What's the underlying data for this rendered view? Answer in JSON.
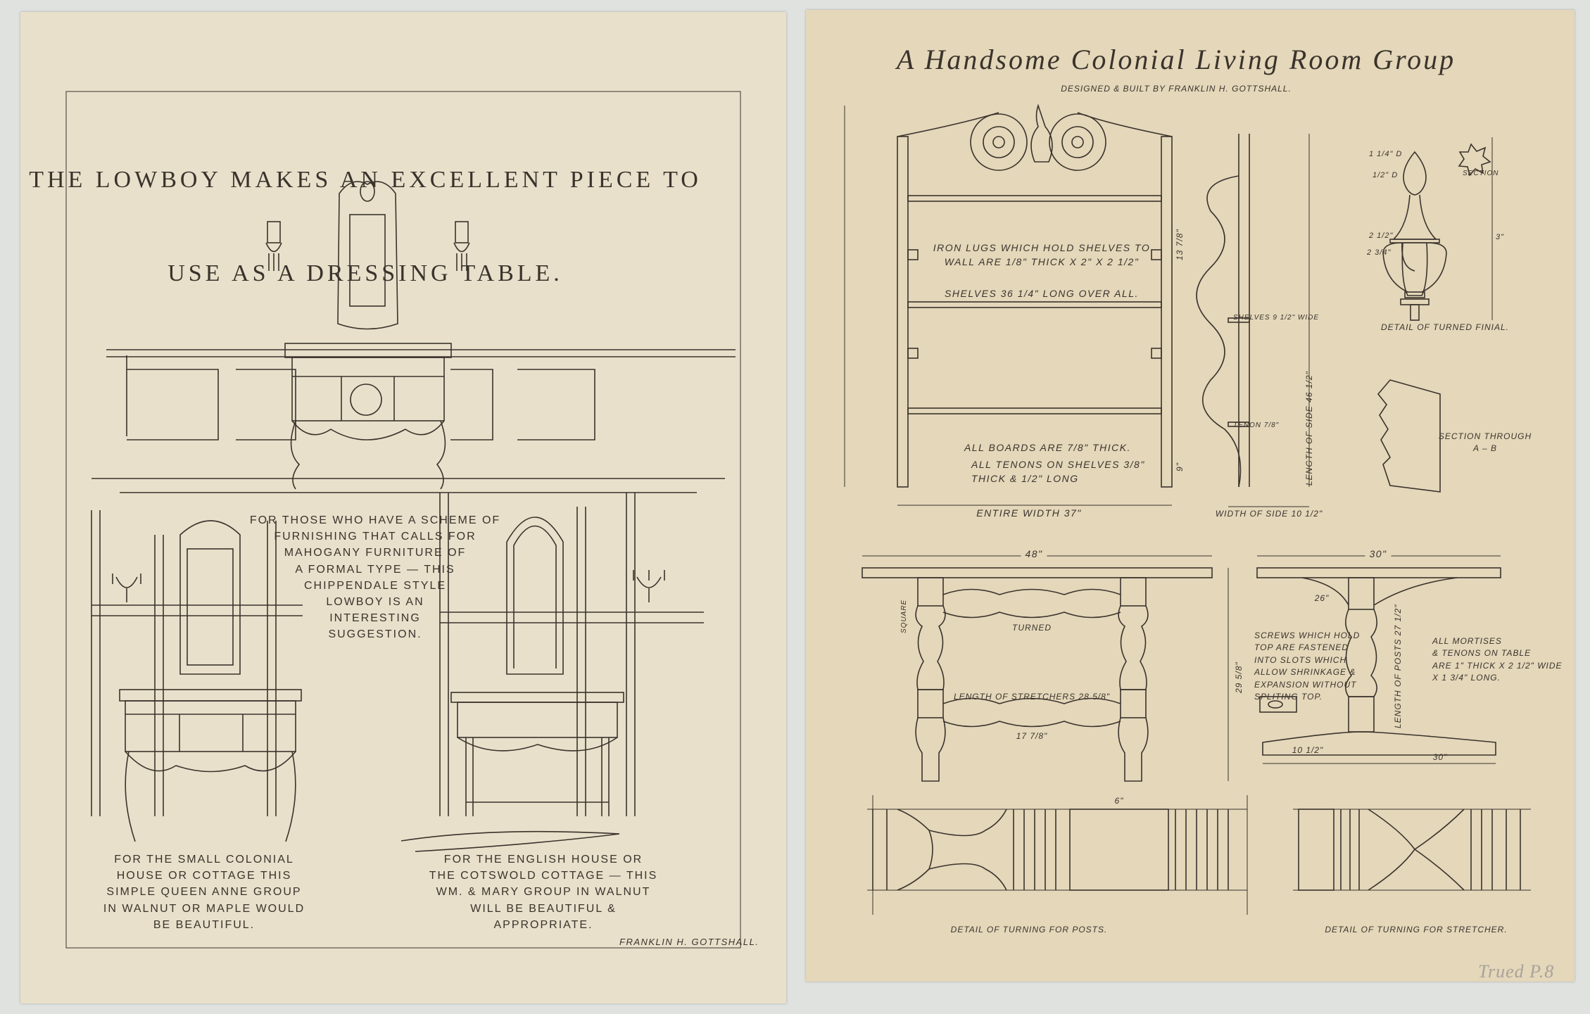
{
  "left_sheet": {
    "title_line1": "The Lowboy Makes An Excellent Piece To",
    "title_line2": "Use As A Dressing Table.",
    "chippendale_note": "For Those Who Have A Scheme of\nFurnishing That Calls for\nMahogany Furniture of\nA Formal Type — This\nChippendale Style\nLowboy Is An\nInteresting\nSuggestion.",
    "queen_anne_note": "For The Small Colonial\nHouse Or Cottage This\nSimple Queen Anne Group\nIn Walnut Or Maple Would\nBe Beautiful.",
    "william_mary_note": "For The English House Or\nThe Cotswold Cottage — This\nWm. & Mary Group In Walnut\nWill Be Beautiful &\nAppropriate.",
    "signature": "Franklin H. Gottshall."
  },
  "right_sheet": {
    "title": "A Handsome Colonial Living Room Group",
    "subtitle": "Designed & Built By Franklin H. Gottshall.",
    "shelf": {
      "iron_lugs_note": "Iron Lugs Which Hold Shelves To\nWall Are 1/8\" Thick x 2\" x 2 1/2\"",
      "shelves_length": "Shelves 36 1/4\" Long Over All.",
      "boards_note": "All Boards Are 7/8\" Thick.",
      "tenons_note": "All Tenons on Shelves 3/8\" Thick & 1/2\" Long",
      "entire_width": "Entire Width 37\"",
      "width_of_side": "Width of Side 10 1/2\"",
      "length_of_side": "Length of Side 46 1/2\"",
      "shelves_wide": "Shelves 9 1/2\" Wide",
      "tenon": "Tenon 7/8\"",
      "dim_13_8": "13 7/8\"",
      "dim_9": "9\""
    },
    "finial": {
      "label": "Detail of Turned Finial.",
      "section": "Section",
      "section_ab": "Section Through\nA – B",
      "dim_top": "1 1/4\" D",
      "dim_neck": "1/2\" D",
      "dim_25": "2 1/2\"",
      "dim_275": "2 3/4\"",
      "dim_3": "3\""
    },
    "table": {
      "top_length": "48\"",
      "top_width": "30\"",
      "turned": "Turned",
      "stretcher_length": "Length of Stretchers 28 5/8\"",
      "dim_17": "17 7/8\"",
      "height": "29 5/8\"",
      "post_length": "Length of Posts 27 1/2\"",
      "foot_width": "30\"",
      "dim_26": "26\"",
      "dim_10": "10 1/2\"",
      "square_label": "Square",
      "screws_note": "Screws Which Hold\nTop Are Fastened\nInto Slots Which\nAllow Shrinkage &\nExpansion Without\nSpliting Top.",
      "mortises_note": "All Mortises\n& Tenons On Table\nAre 1\" Thick x 2 1/2\" Wide\nx 1 3/4\" Long."
    },
    "turning_posts_label": "Detail of Turning for Posts.",
    "turning_stretcher_label": "Detail of Turning for Stretcher.",
    "pencil_note": "Trued P.8",
    "dim_6": "6\""
  },
  "colors": {
    "paper_left": "#e9e0cb",
    "paper_right": "#e4d7ba",
    "ink": "#3a332c",
    "background": "#dfe2df"
  }
}
